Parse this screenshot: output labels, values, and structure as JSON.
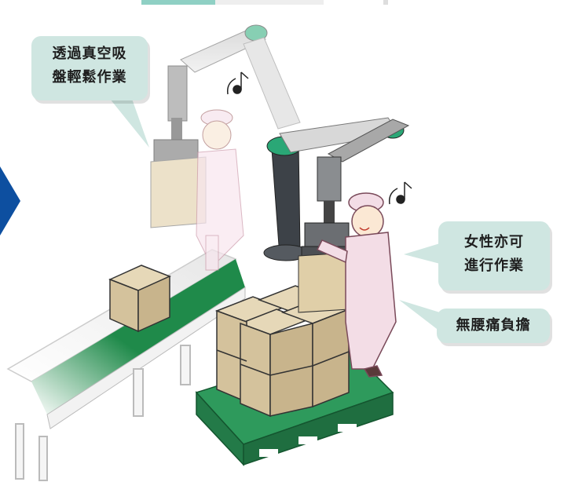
{
  "callouts": {
    "vacuum_handling": {
      "line1": "透過真空吸",
      "line2": "盤輕鬆作業"
    },
    "women_can_work": {
      "line1": "女性亦可",
      "line2": "進行作業"
    },
    "no_back_strain": {
      "text": "無腰痛負擔"
    }
  },
  "colors": {
    "callout_bg": "#cfe6e1",
    "conveyor_belt": "#1f8a4a",
    "pallet": "#2e9a5c",
    "arrow": "#0d4fa0",
    "robot_gray": "#9a9a9a",
    "robot_dark": "#3d4248",
    "box": "#d9c9a6",
    "worker_suit": "#f3dde6"
  },
  "icons": [
    "music-note-icon",
    "music-note-icon",
    "blue-arrow-icon"
  ]
}
